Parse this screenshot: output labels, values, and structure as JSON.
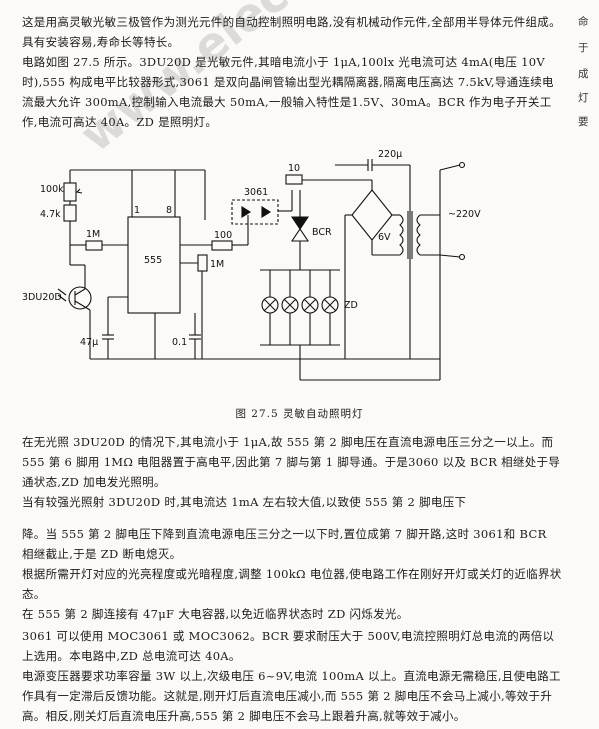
{
  "paragraphs": {
    "p1": "这是用高灵敏光敏三极管作为测光元件的自动控制照明电路,没有机械动作元件,全部用半导体元件组成。具有安装容易,寿命长等特长。",
    "p2": "电路如图 27.5 所示。3DU20D 是光敏元件,其暗电流小于 1μA,100lx 光电流可达 4mA(电压 10V 时),555 构成电平比较器形式,3061 是双向晶闸管输出型光耦隔离器,隔离电压高达 7.5kV,导通连续电流最大允许 300mA,控制输入电流最大 50mA,一般输入特性是1.5V、30mA。BCR 作为电子开关工作,电流可高达 40A。ZD 是照明灯。",
    "p3": "在无光照 3DU20D 的情况下,其电流小于 1μA,故 555 第 2 脚电压在直流电源电压三分之一以上。而 555 第 6 脚用 1MΩ 电阻器置于高电平,因此第 7 脚与第 1 脚导通。于是3060 以及 BCR 相继处于导通状态,ZD 加电发光照明。",
    "p4": "当有较强光照射 3DU20D 时,其电流达 1mA 左右较大值,以致使 555 第 2 脚电压下",
    "p5": "降。当 555 第 2 脚电压下降到直流电源电压三分之一以下时,置位成第 7 脚开路,这时 3061和 BCR 相继截止,于是 ZD 断电熄灭。",
    "p6": "根据所需开灯对应的光亮程度或光暗程度,调整 100kΩ 电位器,使电路工作在刚好开灯或关灯的近临界状态。",
    "p7": "在 555 第 2 脚连接有 47μF 大电容器,以免近临界状态时 ZD 闪烁发光。",
    "p8": "3061 可以使用 MOC3061 或 MOC3062。BCR 要求耐压大于 500V,电流控照明灯总电流的两倍以上选用。本电路中,ZD 总电流可达 40A。",
    "p9": "电源变压器要求功率容量 3W 以上,次级电压 6~9V,电流 100mA 以上。直流电源无需稳压,且使电路工作具有一定滞后反馈功能。这就是,刚开灯后直流电压减小,而 555 第 2 脚电压不会马上减小,等效于升高。相反,刚关灯后直流电压升高,555 第 2 脚电压不会马上跟着升高,就等效于减小。"
  },
  "side_notes": [
    "命",
    "于",
    "成",
    "灯",
    "要"
  ],
  "figure": {
    "caption": "图 27.5   灵敏自动照明灯",
    "labels": {
      "r100k": "100k",
      "r47k": "4.7k",
      "r1m_left": "1M",
      "pin1": "1",
      "pin8": "8",
      "ic": "555",
      "r100": "100",
      "r1m_right": "1M",
      "opto": "3061",
      "r10": "10",
      "bcr": "BCR",
      "cap220": "220μ",
      "v6": "6V",
      "mains": "~220V",
      "zd": "ZD",
      "phototr": "3DU20D",
      "cap47": "47μ",
      "cap01": "0.1"
    }
  },
  "watermark": "www.elecfans.com"
}
